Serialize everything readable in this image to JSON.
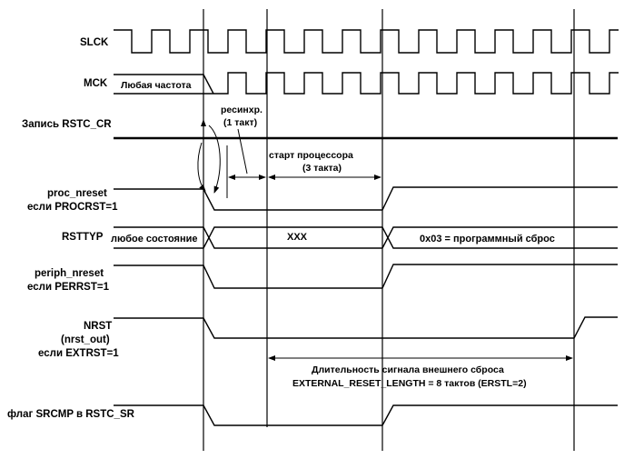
{
  "signals": {
    "slck": "SLCK",
    "mck": "MCK",
    "write": "Запись RSTC_CR",
    "proc_nreset_1": "proc_nreset",
    "proc_nreset_2": "если PROCRST=1",
    "rsttyp": "RSTTYP",
    "periph_nreset_1": "periph_nreset",
    "periph_nreset_2": "если PERRST=1",
    "nrst_1": "NRST",
    "nrst_2": "(nrst_out)",
    "nrst_3": "если EXTRST=1",
    "srcmp": "флаг SRCMP в RSTC_SR"
  },
  "annotations": {
    "mck_any": "Любая частота",
    "resync_1": "ресинхр.",
    "resync_2": "(1 такт)",
    "cpu_start_1": "старт процессора",
    "cpu_start_2": "(3 такта)",
    "any_state": "любое состояние",
    "xxx": "XXX",
    "sw_reset": "0x03 = программный сброс",
    "ext_len_1": "Длительность сигнала внешнего сброса",
    "ext_len_2": "EXTERNAL_RESET_LENGTH = 8 тактов (ERSTL=2)"
  }
}
